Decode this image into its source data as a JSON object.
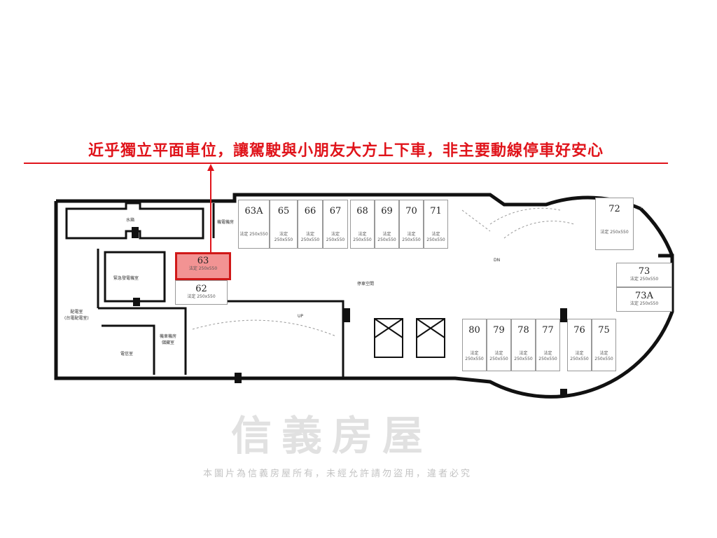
{
  "headline": "近乎獨立平面車位，讓駕駛與小朋友大方上下車，非主要動線停車好安心",
  "stall_size_label": "法定 250x550",
  "highlighted_stall": "63",
  "stalls": [
    "63A",
    "65",
    "66",
    "67",
    "68",
    "69",
    "70",
    "71",
    "72",
    "73",
    "73A",
    "62",
    "63",
    "80",
    "79",
    "78",
    "77",
    "76",
    "75"
  ],
  "rooms": {
    "water_tank": "水箱",
    "generator": "緊急發電機室",
    "power": "配電室",
    "power_sub": "(台電配電室)",
    "telecom": "電信室",
    "mech": "機車機房",
    "storage": "儲藏室",
    "elevator_room": "機電機房",
    "parking": "停車空間",
    "up": "UP",
    "dn": "DN"
  },
  "watermark": "信義房屋",
  "watermark_notice": "本圖片為信義房屋所有，未經允許請勿盜用，違者必究"
}
